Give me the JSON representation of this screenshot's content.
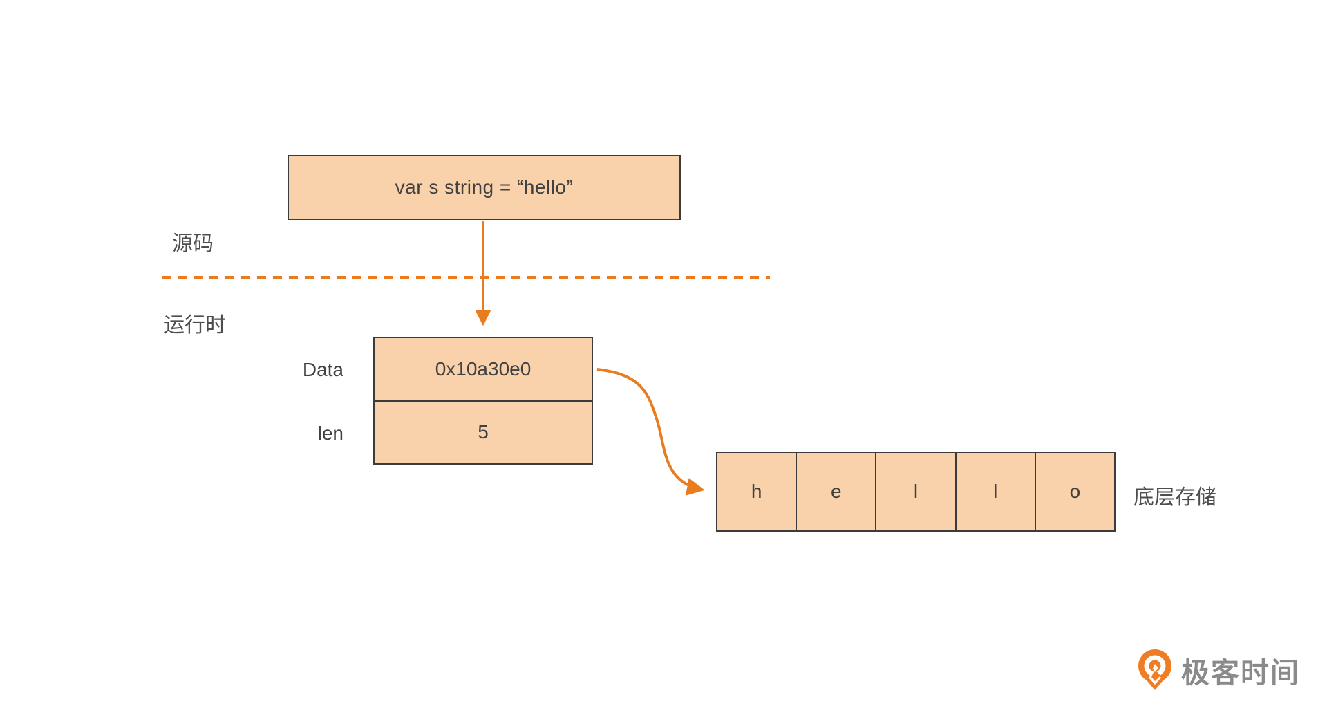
{
  "diagram": {
    "source_code": "var s string = “hello”",
    "labels": {
      "source": "源码",
      "runtime": "运行时",
      "storage": "底层存储"
    },
    "string_header": {
      "fields": [
        {
          "name": "Data",
          "value": "0x10a30e0"
        },
        {
          "name": "len",
          "value": "5"
        }
      ]
    },
    "byte_array": {
      "cells": [
        "h",
        "e",
        "l",
        "l",
        "o"
      ]
    }
  },
  "branding": {
    "logo_text": "极客时间",
    "logo_icon": "geektime-icon"
  },
  "colors": {
    "box_fill": "#f9d2ab",
    "box_border": "#3b3b3b",
    "accent_orange": "#e87c1e",
    "text_dark": "#414141",
    "logo_gray": "#8a8a8a"
  }
}
